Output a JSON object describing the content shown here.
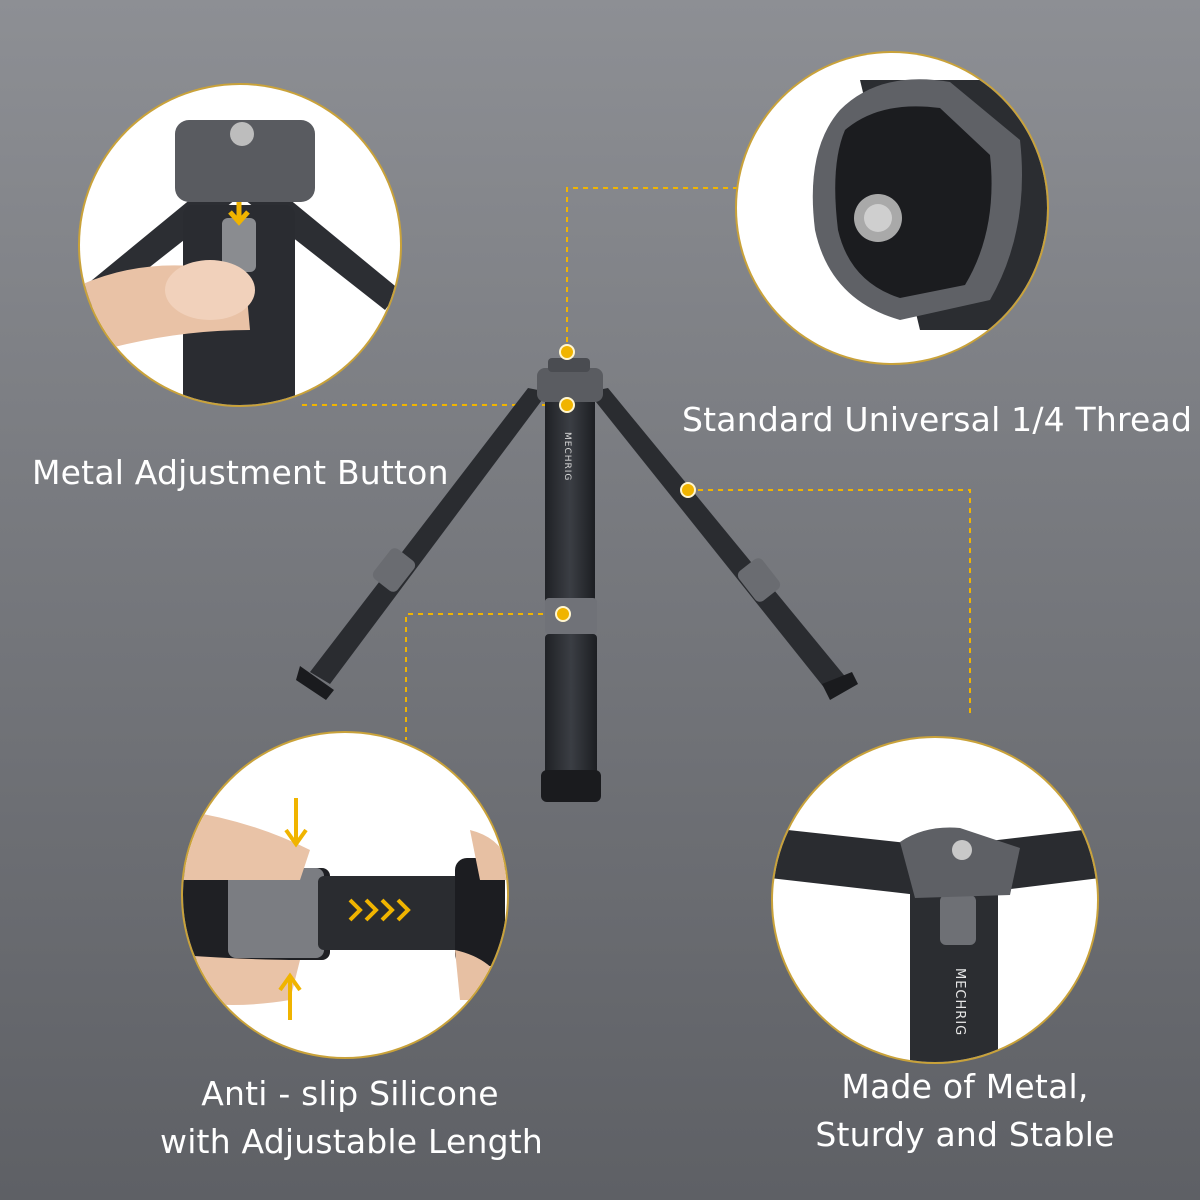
{
  "labels": {
    "thread": "Standard Universal 1/4 Thread",
    "button": "Metal Adjustment Button",
    "silicone": {
      "line1": "Anti - slip Silicone",
      "line2": "with Adjustable Length"
    },
    "metal": {
      "line1": "Made of Metal,",
      "line2": "Sturdy and Stable"
    }
  },
  "brand": {
    "logo_text": "MECHRIG"
  },
  "colors": {
    "accent": "#f0b400",
    "background_top": "#8d8f94",
    "background_bottom": "#5e6065",
    "circle_ring": "#c9a23a",
    "tripod_body": "#2b2d31"
  }
}
